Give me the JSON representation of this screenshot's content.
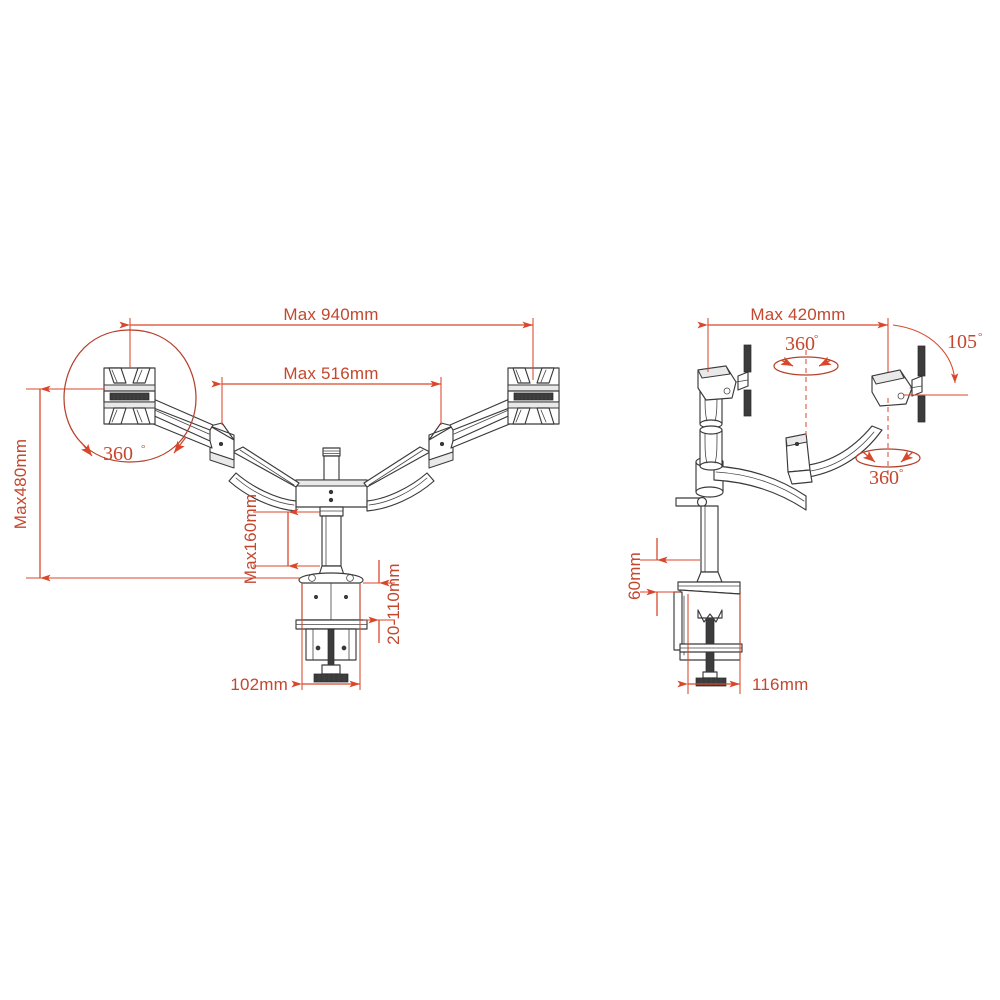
{
  "drawing": {
    "title": "Dual Monitor Desk Mount Dimensional Drawing",
    "background_color": "#ffffff",
    "dimension_color": "#d9472b",
    "outline_color": "#3a3a3a"
  },
  "views": {
    "front": {
      "name": "front-view",
      "dimensions": {
        "max_span": "Max 940mm",
        "inner_span": "Max 516mm",
        "max_height": "Max480mm",
        "riser_height": "Max160mm",
        "clamp_range": "20-110mm",
        "clamp_width": "102mm"
      },
      "rotation": {
        "head_rotation": "360",
        "degree_symbol": "°"
      }
    },
    "side": {
      "name": "side-view",
      "dimensions": {
        "max_reach": "Max 420mm",
        "clamp_offset": "60mm",
        "clamp_depth": "116mm"
      },
      "rotation": {
        "upper_rotation": "360",
        "lower_rotation": "360",
        "tilt_angle": "105",
        "degree_symbol": "°"
      }
    }
  }
}
